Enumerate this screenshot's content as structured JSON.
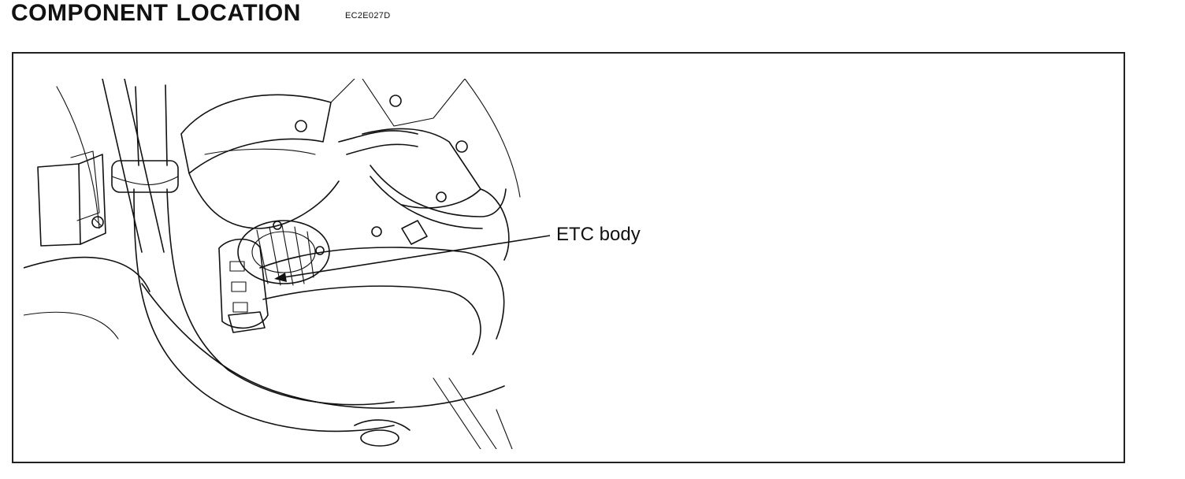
{
  "header": {
    "title_word_1": "COMPONENT",
    "title_word_2": "LOCATION",
    "code": "EC2E027D"
  },
  "figure": {
    "callout_label": "ETC body"
  },
  "colors": {
    "ink": "#111111",
    "background": "#ffffff"
  }
}
